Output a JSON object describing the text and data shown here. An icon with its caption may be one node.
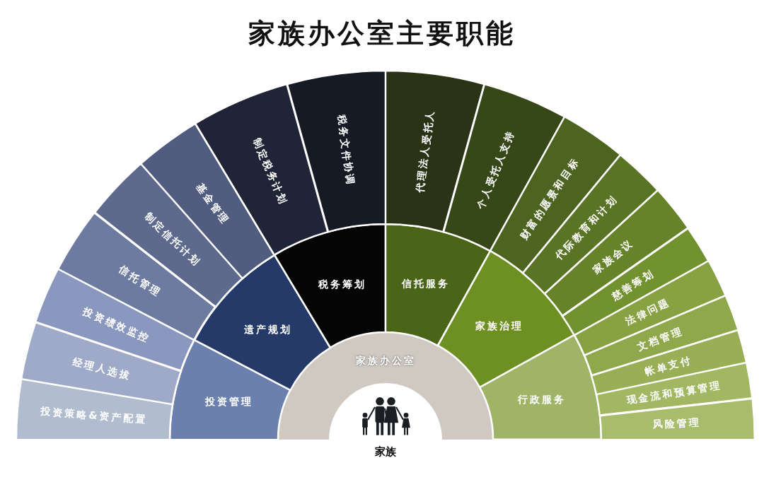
{
  "diagram": {
    "title": "家族办公室主要职能",
    "nodes": [
      {
        "text": [
          "家族"
        ]
      },
      {
        "text": [
          "家族办公室"
        ]
      },
      {
        "text": [
          "投资管理"
        ]
      },
      {
        "text": [
          "遗产规划"
        ]
      },
      {
        "text": [
          "税务筹划"
        ]
      },
      {
        "text": [
          "信托服务"
        ]
      },
      {
        "text": [
          "家族治理"
        ]
      },
      {
        "text": [
          "行政服务"
        ]
      },
      {
        "text": [
          "投资策略&资产配置"
        ]
      },
      {
        "text": [
          "经理人选拔"
        ]
      },
      {
        "text": [
          "投资绩效监控"
        ]
      },
      {
        "text": [
          "信托管理"
        ]
      },
      {
        "text": [
          "制定信托计划"
        ]
      },
      {
        "text": [
          "基金管理"
        ]
      },
      {
        "text": [
          "制定税务计划"
        ]
      },
      {
        "text": [
          "税务文件协调"
        ]
      },
      {
        "text": [
          "代理法人受托人"
        ]
      },
      {
        "text": [
          "个人受托人支持"
        ]
      },
      {
        "text": [
          "财富的愿景和目标"
        ]
      },
      {
        "text": [
          "代际教育和计划"
        ]
      },
      {
        "text": [
          "家族会议"
        ]
      },
      {
        "text": [
          "慈善筹划"
        ]
      },
      {
        "text": [
          "法律问题"
        ]
      },
      {
        "text": [
          "文档管理"
        ]
      },
      {
        "text": [
          "帐单支付"
        ]
      },
      {
        "text": [
          "现金流和预算管理"
        ]
      },
      {
        "text": [
          "风险管理"
        ]
      }
    ]
  }
}
